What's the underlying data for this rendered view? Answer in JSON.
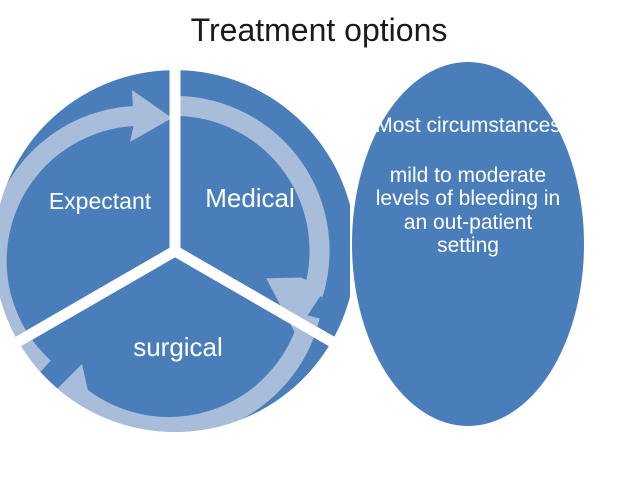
{
  "slide": {
    "title": "Treatment options",
    "background_color": "#ffffff",
    "title_color": "#1a1a1a"
  },
  "colors": {
    "primary_blue": "#4a7ebb",
    "arrow_light_blue": "#a8bdda",
    "divider_white": "#ffffff",
    "label_text": "#ffffff"
  },
  "cycle_diagram": {
    "name": "treatment-options-cycle",
    "direction": "clockwise",
    "segments": [
      {
        "id": "medical",
        "label": "Medical"
      },
      {
        "id": "surgical",
        "label": "surgical"
      },
      {
        "id": "expectant",
        "label": "Expectant"
      }
    ],
    "arrows": [
      {
        "id": "arrow-top",
        "points_to": "right"
      },
      {
        "id": "arrow-right",
        "points_to": "down"
      },
      {
        "id": "arrow-bottom-left",
        "points_to": "up-left"
      }
    ]
  },
  "info_ellipse": {
    "name": "most-circumstances-ellipse",
    "heading": "Most circumstances",
    "body": "mild to moderate levels of bleeding in an out-patient setting"
  }
}
